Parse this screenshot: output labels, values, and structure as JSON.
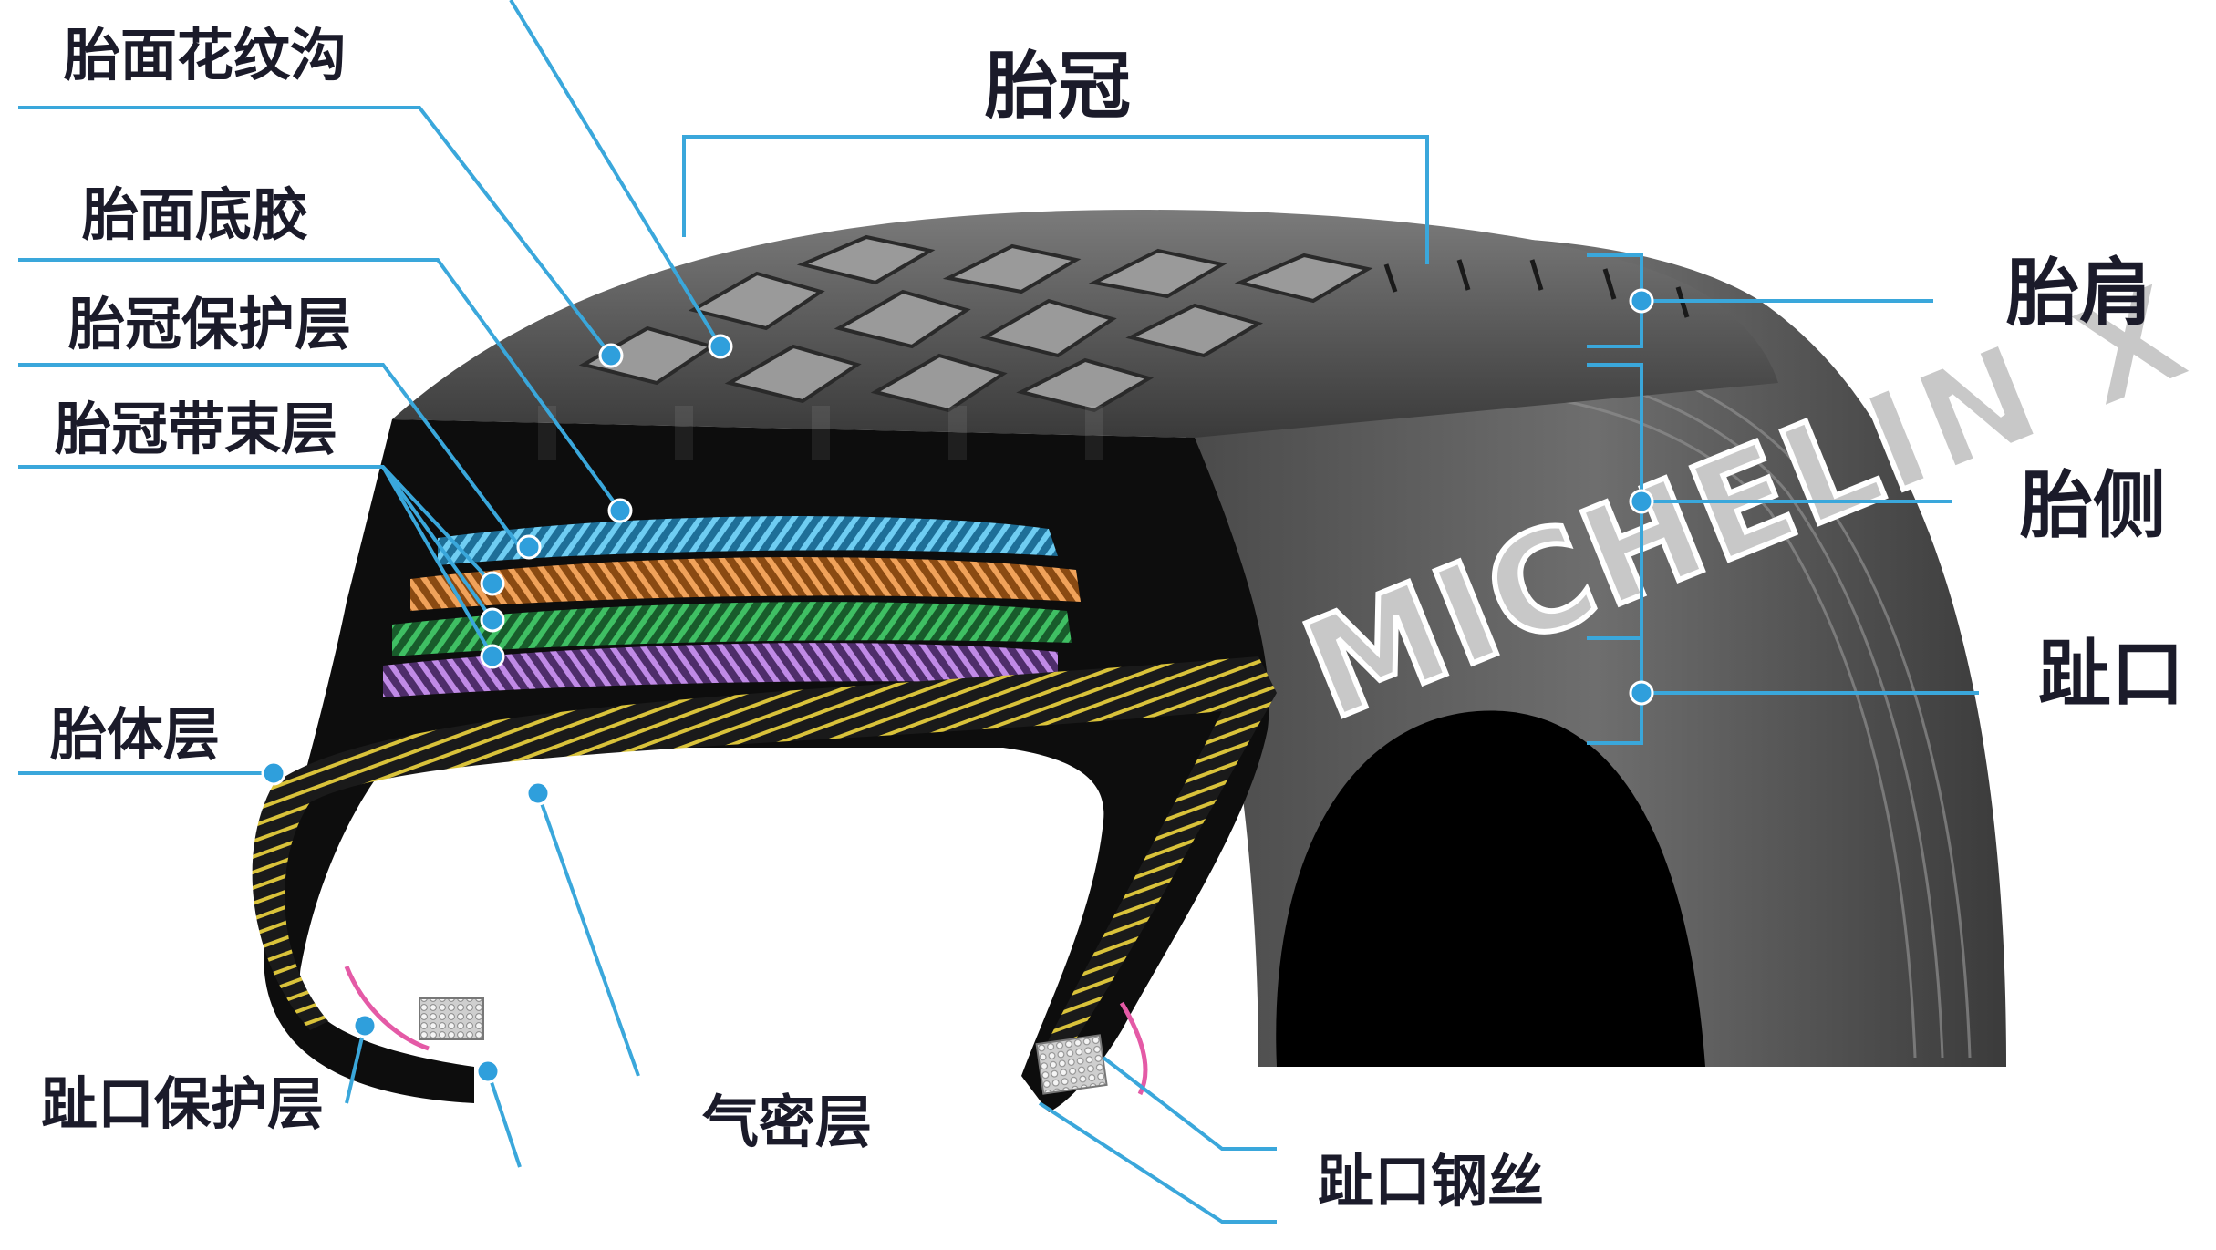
{
  "labels": {
    "tread_groove": "胎面花纹沟",
    "crown": "胎冠",
    "tread_base": "胎面底胶",
    "crown_protection": "胎冠保护层",
    "crown_belt": "胎冠带束层",
    "shoulder": "胎肩",
    "sidewall": "胎侧",
    "bead": "趾口",
    "carcass": "胎体层",
    "bead_protection": "趾口保护层",
    "inner_liner": "气密层",
    "bead_wire": "趾口钢丝"
  },
  "brand": "MICHELIN X",
  "colors": {
    "leader": "#3aa7db",
    "layer_blue": "#45b6e6",
    "layer_orange": "#e88a3c",
    "layer_green": "#2f9e4f",
    "layer_purple": "#a56ad0",
    "carcass_yellow": "#d9c23a",
    "rubber": "#111111"
  }
}
